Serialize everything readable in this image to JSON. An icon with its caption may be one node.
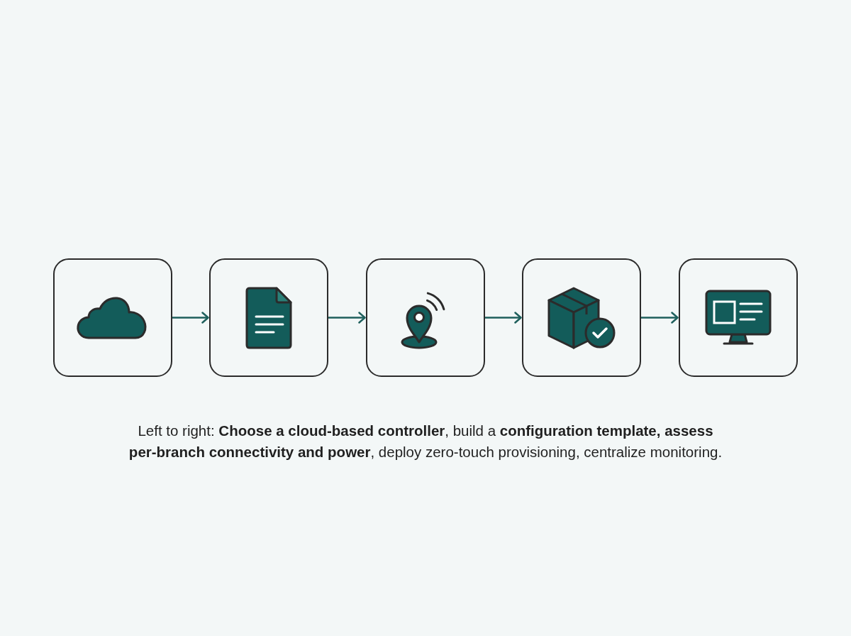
{
  "diagram": {
    "caption": "Left to right: **Choose a cloud-based controller**, build a **configuration template, assess per-branch connectivity and power**, deploy zero-touch provisioning, centralize monitoring.",
    "nodes": [
      {
        "text": [],
        "shape": "box"
      },
      {
        "text": [],
        "shape": "box"
      },
      {
        "text": [],
        "shape": "box"
      },
      {
        "text": [],
        "shape": "box"
      },
      {
        "text": [],
        "shape": "box"
      }
    ],
    "edges": [
      {
        "from": 0,
        "to": 1,
        "arrow": "to"
      },
      {
        "from": 1,
        "to": 2,
        "arrow": "to"
      },
      {
        "from": 2,
        "to": 3,
        "arrow": "to"
      },
      {
        "from": 3,
        "to": 4,
        "arrow": "to"
      }
    ]
  }
}
